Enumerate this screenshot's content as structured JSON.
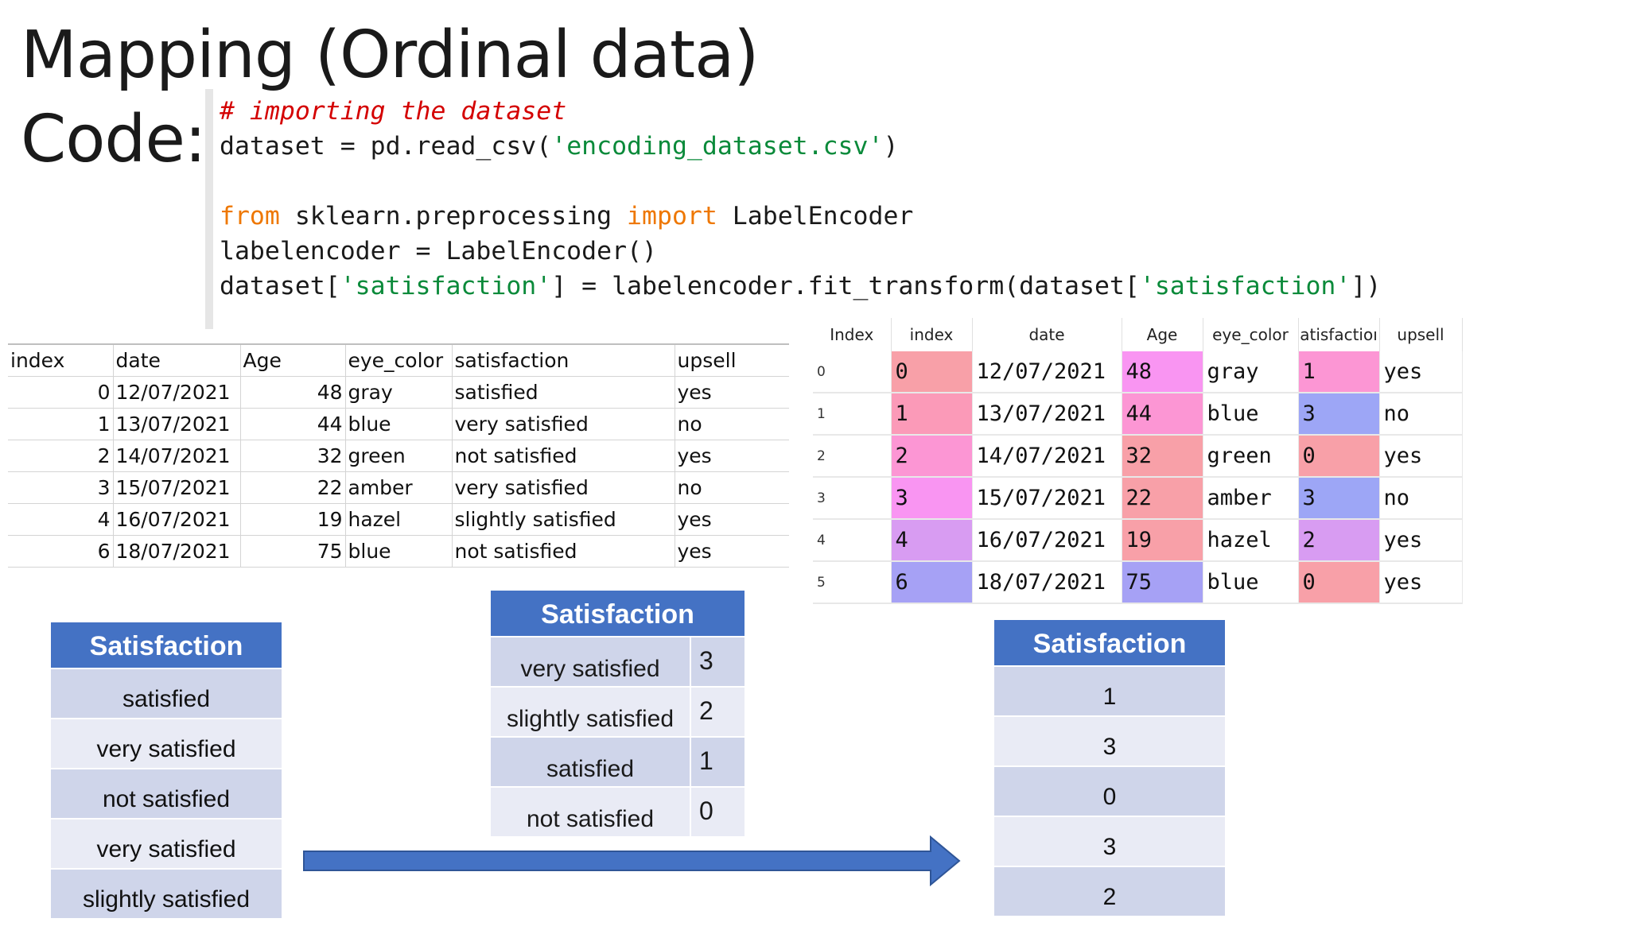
{
  "title": "Mapping (Ordinal data)",
  "code_label": "Code:",
  "code": {
    "l1_comment": "# importing the dataset",
    "l2_a": "dataset = pd.read_csv(",
    "l2_str": "'encoding_dataset.csv'",
    "l2_b": ")",
    "l4_from": "from",
    "l4_mid": " sklearn.preprocessing ",
    "l4_import": "import",
    "l4_end": " LabelEncoder",
    "l5": "labelencoder = LabelEncoder()",
    "l6_a": "dataset[",
    "l6_str1": "'satisfaction'",
    "l6_b": "] = labelencoder.fit_transform(dataset[",
    "l6_str2": "'satisfaction'",
    "l6_c": "])"
  },
  "table_original": {
    "headers": [
      "index",
      "date",
      "Age",
      "eye_color",
      "satisfaction",
      "upsell"
    ],
    "rows": [
      [
        "0",
        "12/07/2021",
        "48",
        "gray",
        "satisfied",
        "yes"
      ],
      [
        "1",
        "13/07/2021",
        "44",
        "blue",
        "very satisfied",
        "no"
      ],
      [
        "2",
        "14/07/2021",
        "32",
        "green",
        "not satisfied",
        "yes"
      ],
      [
        "3",
        "15/07/2021",
        "22",
        "amber",
        "very satisfied",
        "no"
      ],
      [
        "4",
        "16/07/2021",
        "19",
        "hazel",
        "slightly satisfied",
        "yes"
      ],
      [
        "6",
        "18/07/2021",
        "75",
        "blue",
        "not satisfied",
        "yes"
      ]
    ]
  },
  "table_encoded": {
    "headers": [
      "Index",
      "index",
      "date",
      "Age",
      "eye_color",
      "atisfactioı",
      "upsell"
    ],
    "rows": [
      [
        "0",
        "0",
        "12/07/2021",
        "48",
        "gray",
        "1",
        "yes"
      ],
      [
        "1",
        "1",
        "13/07/2021",
        "44",
        "blue",
        "3",
        "no"
      ],
      [
        "2",
        "2",
        "14/07/2021",
        "32",
        "green",
        "0",
        "yes"
      ],
      [
        "3",
        "3",
        "15/07/2021",
        "22",
        "amber",
        "3",
        "no"
      ],
      [
        "4",
        "4",
        "16/07/2021",
        "19",
        "hazel",
        "2",
        "yes"
      ],
      [
        "5",
        "6",
        "18/07/2021",
        "75",
        "blue",
        "0",
        "yes"
      ]
    ],
    "cell_colors": {
      "index": [
        "#f8a0a8",
        "#fb9ab8",
        "#fc96d4",
        "#f995f2",
        "#d89cf2",
        "#a6a1f5"
      ],
      "age": [
        "#f995f2",
        "#fc96d4",
        "#f8a0a8",
        "#f8a0a8",
        "#f8a0a8",
        "#a6a1f5"
      ],
      "satisfaction": [
        "#fc96d4",
        "#9da6f6",
        "#f8a0a8",
        "#9da6f6",
        "#d89cf2",
        "#f8a0a8"
      ]
    }
  },
  "box_left": {
    "header": "Satisfaction",
    "rows": [
      "satisfied",
      "very satisfied",
      "not satisfied",
      "very satisfied",
      "slightly satisfied"
    ]
  },
  "box_mapping": {
    "header": "Satisfaction",
    "rows": [
      {
        "label": "very satisfied",
        "value": "3"
      },
      {
        "label": "slightly satisfied",
        "value": "2"
      },
      {
        "label": "satisfied",
        "value": "1"
      },
      {
        "label": "not satisfied",
        "value": "0"
      }
    ]
  },
  "box_right": {
    "header": "Satisfaction",
    "rows": [
      "1",
      "3",
      "0",
      "3",
      "2"
    ]
  },
  "colors": {
    "header_blue": "#4472c4",
    "row_dark": "#cfd5ea",
    "row_light": "#e9ebf5",
    "arrow": "#4472c4"
  }
}
